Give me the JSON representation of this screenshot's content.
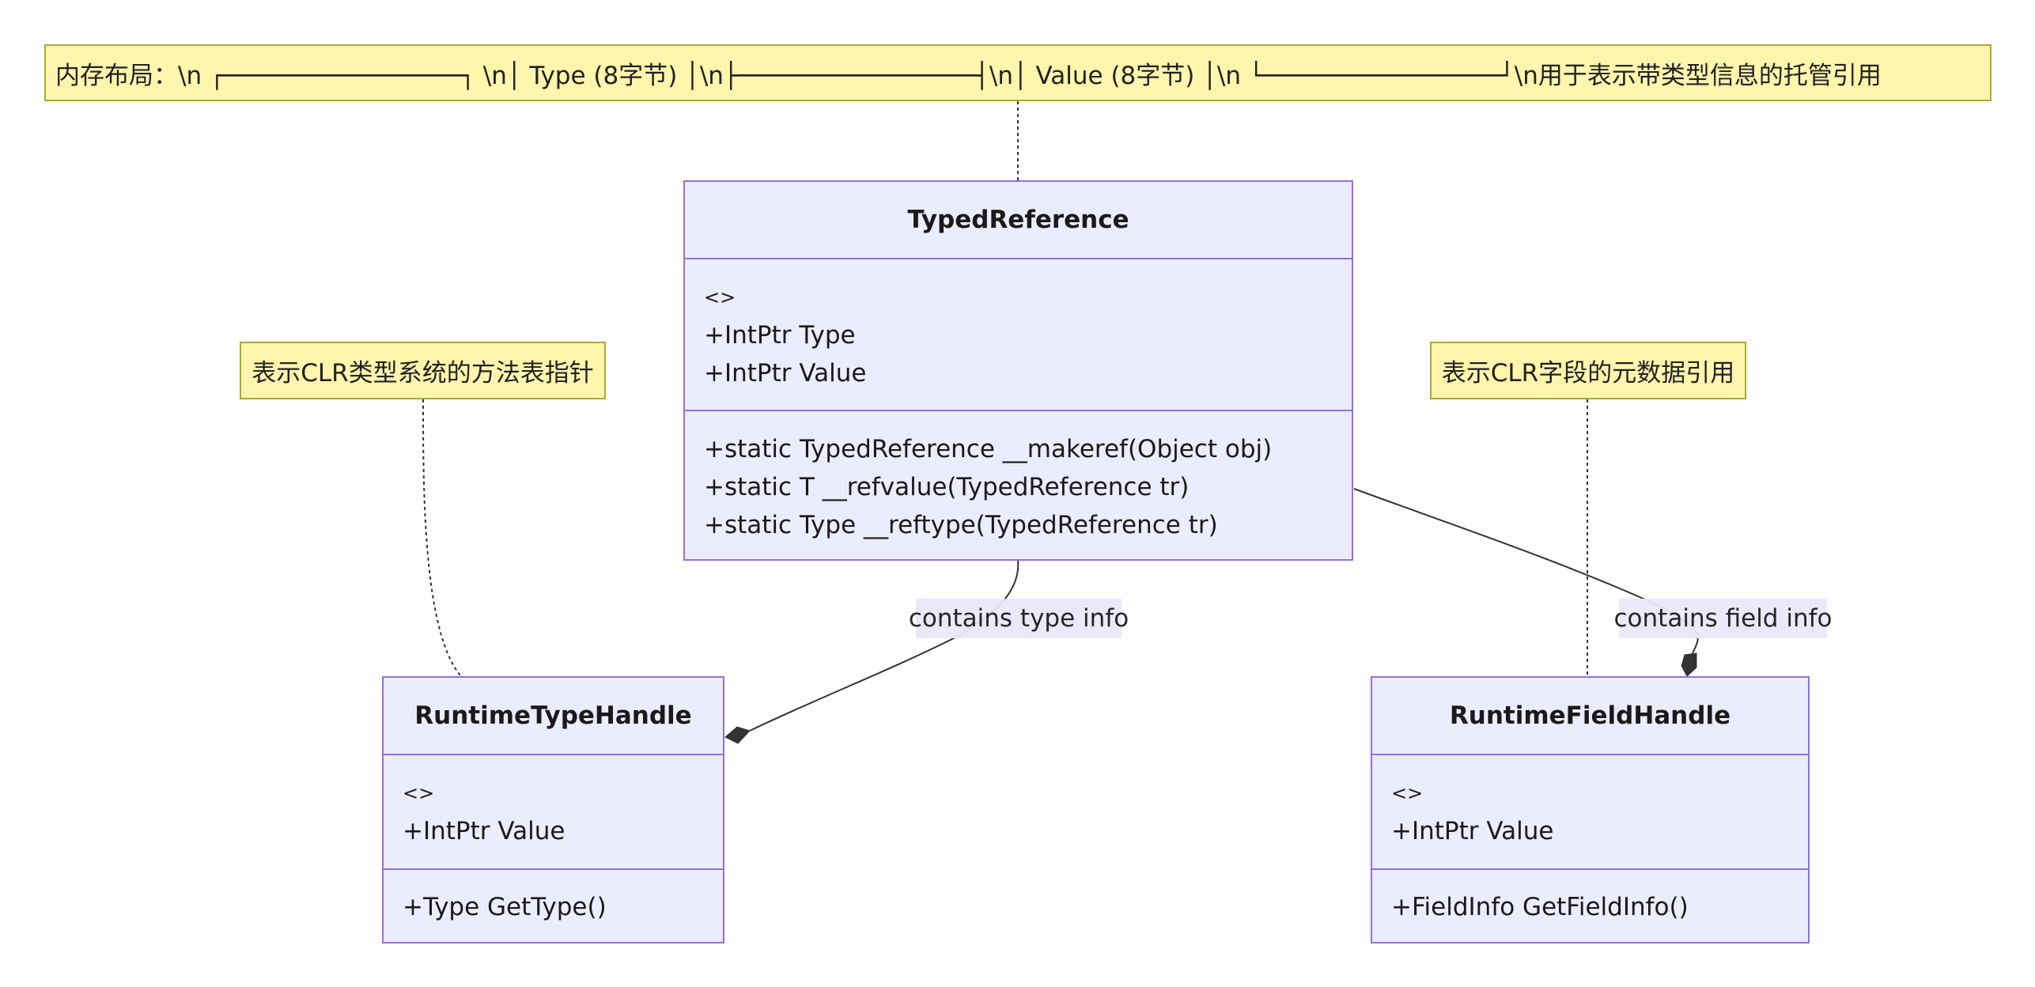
{
  "notes": {
    "layout": "内存布局：\\n ┌────────────────┐ \\n│ Type (8字节) │\\n├────────────────┤\\n│ Value (8字节) │\\n └────────────────┘\\n用于表示带类型信息的托管引用",
    "type_handle": "表示CLR类型系统的方法表指针",
    "field_handle": "表示CLR字段的元数据引用"
  },
  "classes": {
    "typed_reference": {
      "name": "TypedReference",
      "stereotype": "<>",
      "attributes": [
        "+IntPtr Type",
        "+IntPtr Value"
      ],
      "methods": [
        "+static TypedReference __makeref(Object obj)",
        "+static T __refvalue(TypedReference tr)",
        "+static Type __reftype(TypedReference tr)"
      ]
    },
    "runtime_type_handle": {
      "name": "RuntimeTypeHandle",
      "stereotype": "<>",
      "attributes": [
        "+IntPtr Value"
      ],
      "methods": [
        "+Type GetType()"
      ]
    },
    "runtime_field_handle": {
      "name": "RuntimeFieldHandle",
      "stereotype": "<>",
      "attributes": [
        "+IntPtr Value"
      ],
      "methods": [
        "+FieldInfo GetFieldInfo()"
      ]
    }
  },
  "relations": {
    "type_info_label": "contains type info",
    "field_info_label": "contains field info"
  },
  "colors": {
    "note_fill": "#fff5ad",
    "note_border": "#aaaa33",
    "class_fill": "#ececff",
    "class_border": "#9370db",
    "edge": "#333333",
    "label_fill": "#e8e8f8"
  }
}
